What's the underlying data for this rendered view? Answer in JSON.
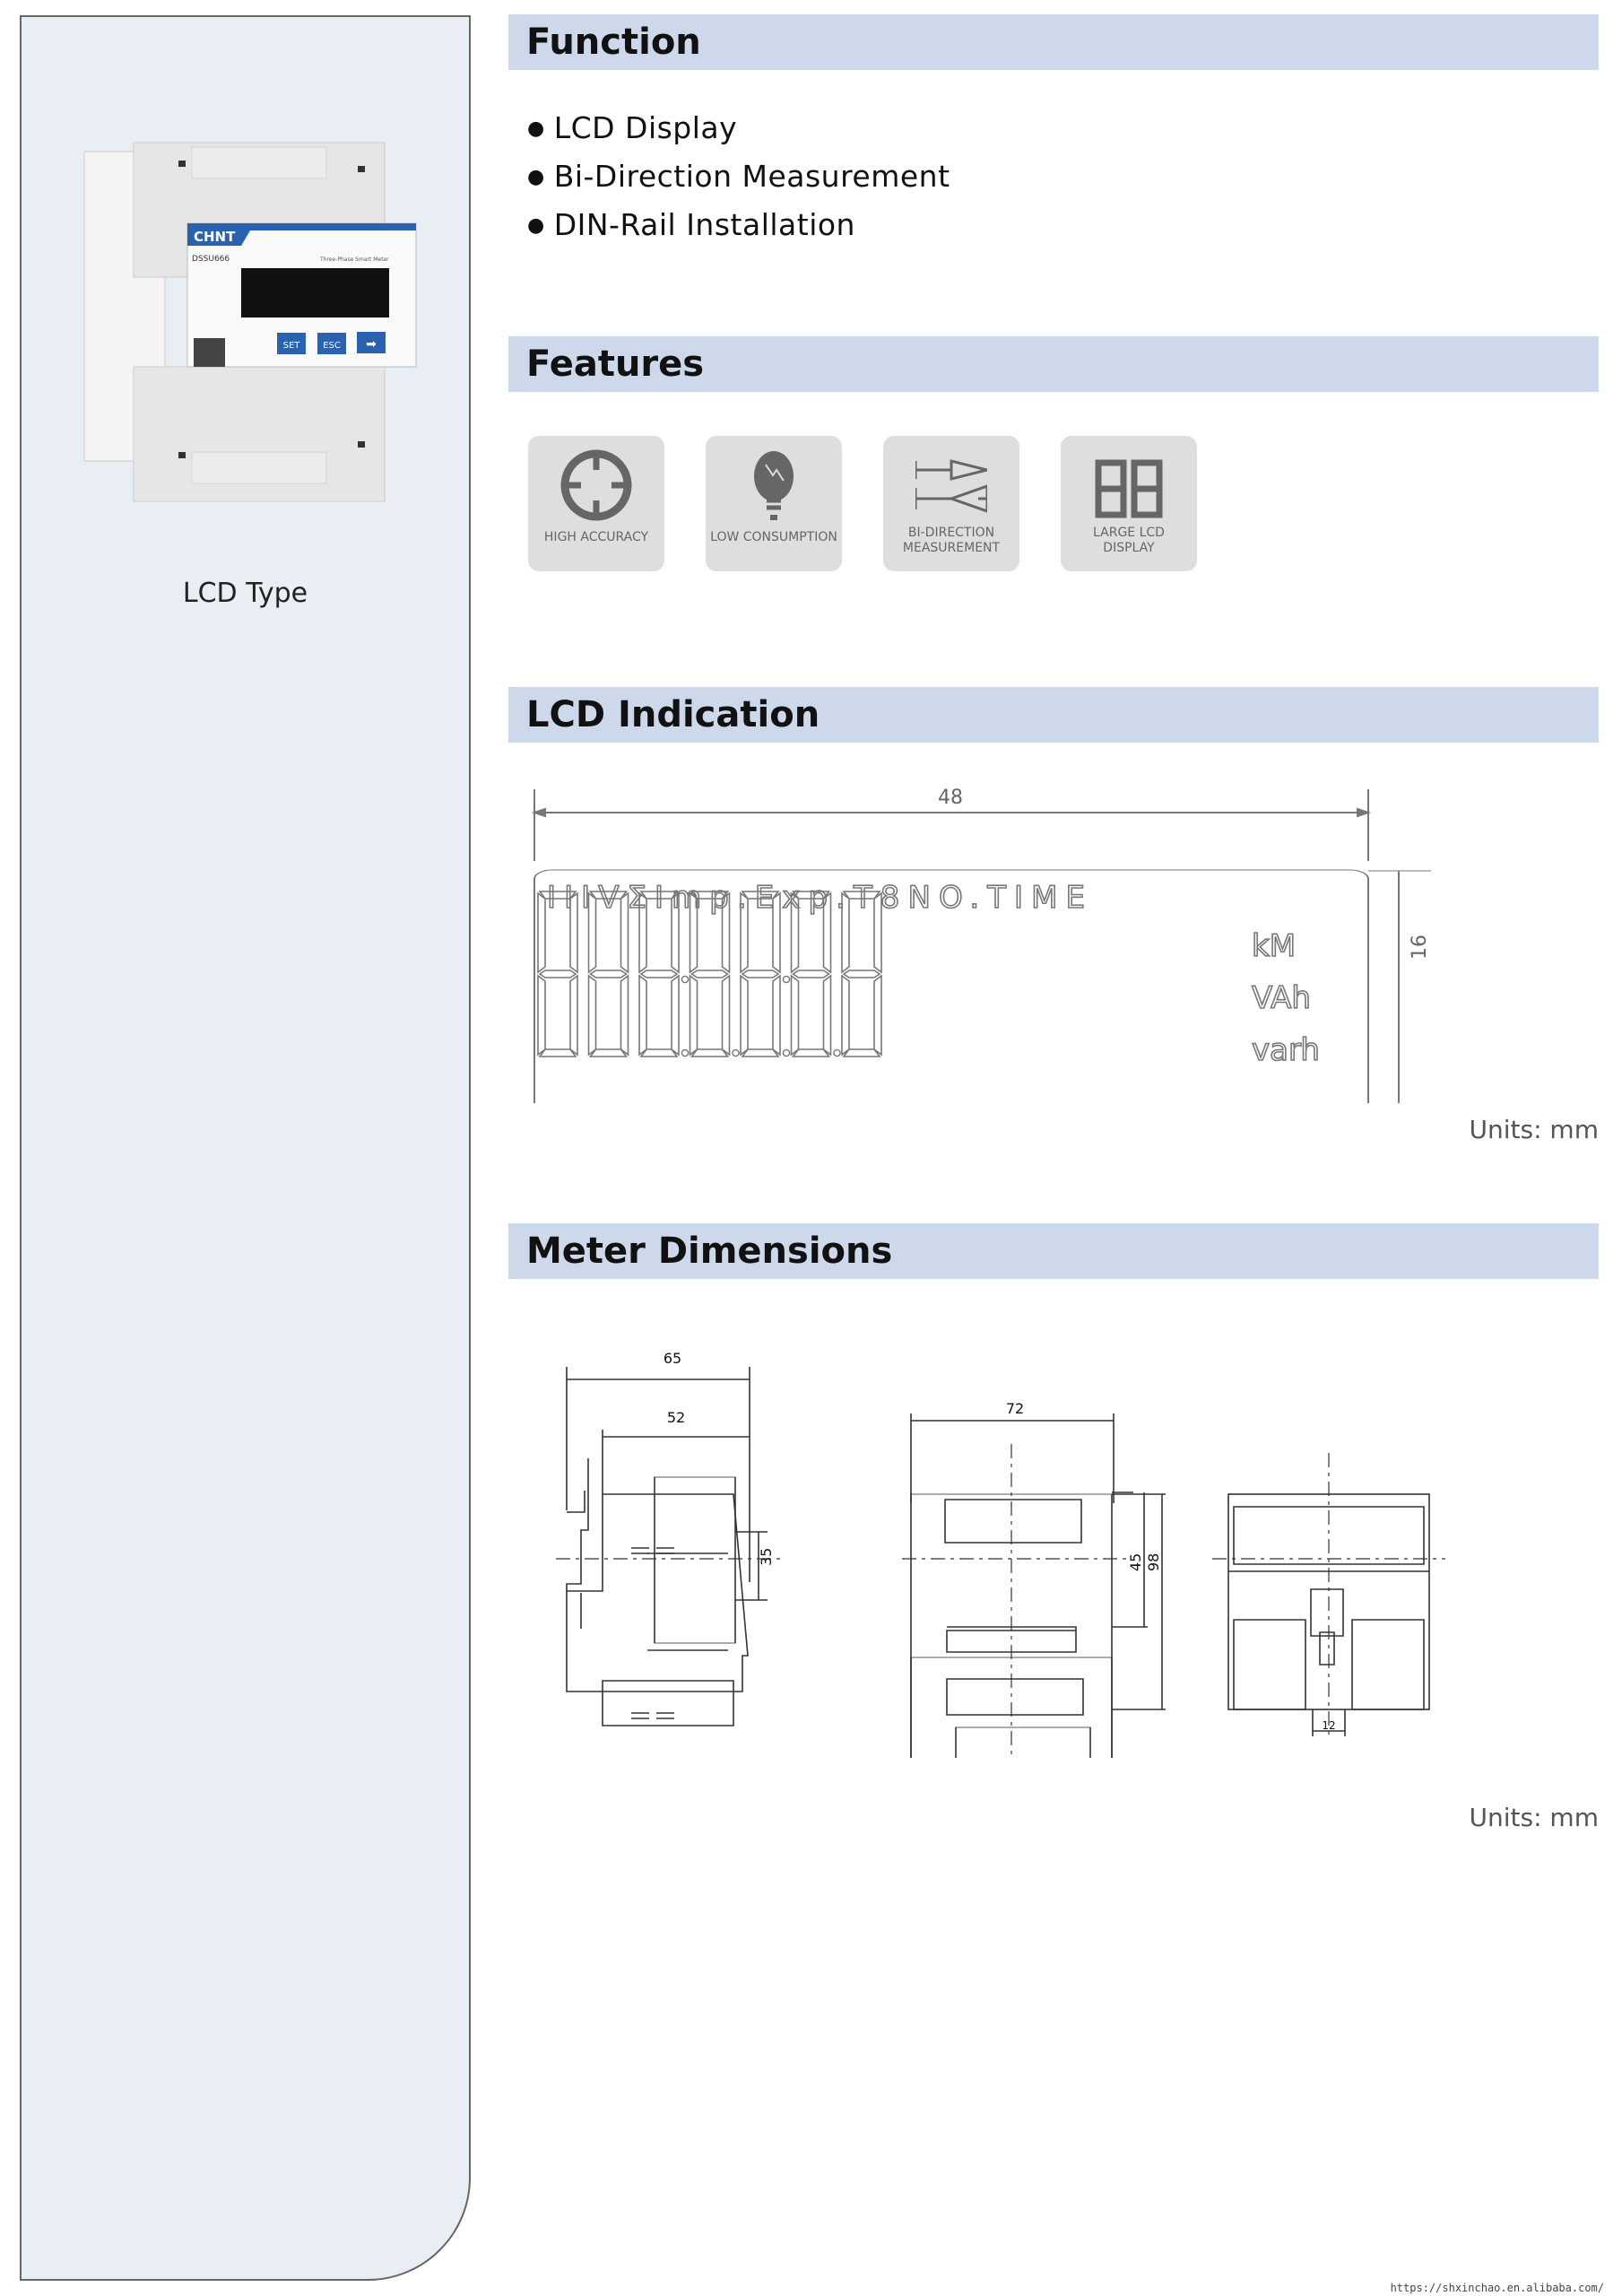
{
  "sidebar": {
    "caption": "LCD Type",
    "product": {
      "brand": "CHNT",
      "model": "DSSU666",
      "subtitle": "Three-Phase Smart Meter",
      "buttons": [
        "SET",
        "ESC",
        "➡"
      ]
    }
  },
  "function": {
    "title": "Function",
    "items": [
      "LCD Display",
      "Bi-Direction Measurement",
      "DIN-Rail Installation"
    ]
  },
  "features": {
    "title": "Features",
    "tiles": [
      {
        "icon": "target-icon",
        "label": "HIGH ACCURACY"
      },
      {
        "icon": "bulb-icon",
        "label": "LOW CONSUMPTION"
      },
      {
        "icon": "bi-direction-arrows-icon",
        "label": "BI-DIRECTION",
        "label2": "MEASUREMENT"
      },
      {
        "icon": "seven-segment-icon",
        "label": "LARGE LCD",
        "label2": "DISPLAY"
      }
    ]
  },
  "lcd": {
    "title": "LCD Indication",
    "width": "48",
    "height": "16",
    "indicators": "IIIVΣImp.Exp.T8NO.TIME",
    "unit1": "kM",
    "unit2": "VAh",
    "unit3": "varh",
    "units": "Units: mm"
  },
  "dimensions": {
    "title": "Meter Dimensions",
    "side_depth": "65",
    "side_inner": "52",
    "rail": "35",
    "front_width": "72",
    "front_height": "98",
    "window_height": "45",
    "terminal": "12",
    "units": "Units: mm"
  },
  "footer": {
    "url": "https://shxinchao.en.alibaba.com/"
  }
}
